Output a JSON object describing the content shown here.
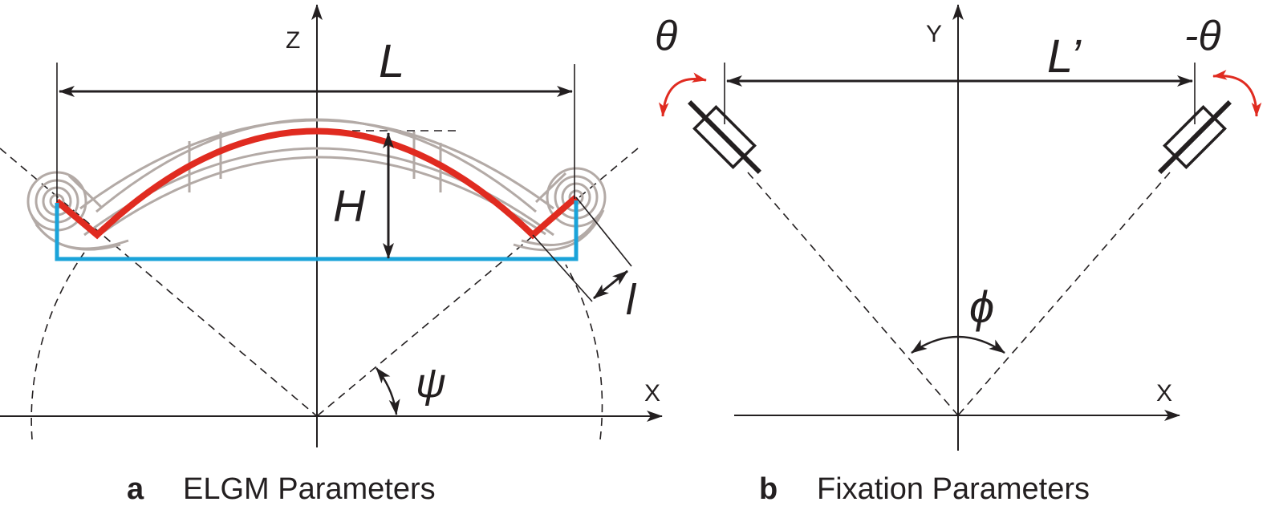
{
  "panel_a": {
    "axis_z": "Z",
    "axis_x": "X",
    "length_symbol": "L",
    "height_symbol": "H",
    "arm_symbol": "l",
    "angle_symbol": "ψ",
    "caption_letter": "a",
    "caption_text": "ELGM Parameters"
  },
  "panel_b": {
    "axis_y": "Y",
    "axis_x": "X",
    "length_symbol": "L’",
    "angle_left_symbol": "θ",
    "angle_right_symbol": "-θ",
    "angle_phi_symbol": "ϕ",
    "caption_letter": "b",
    "caption_text": "Fixation Parameters"
  },
  "colors": {
    "ink": "#231f20",
    "red": "#e02b20",
    "blue": "#1aa3d9",
    "gray": "#b3aaa6"
  }
}
